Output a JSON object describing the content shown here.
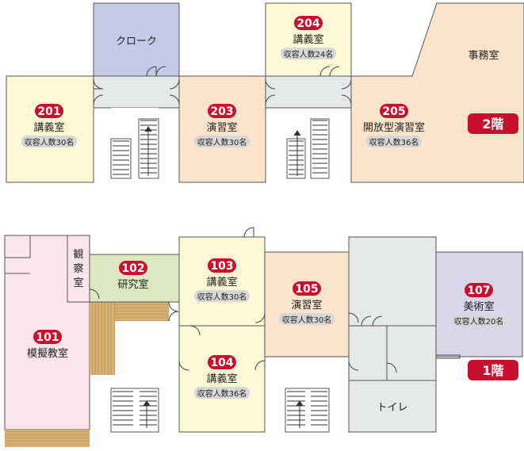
{
  "floor2": {
    "badge": "2階",
    "cloak": "クローク",
    "office": "事務室",
    "rooms": [
      {
        "num": "201",
        "name": "講義室",
        "capacity": "収容人数30名"
      },
      {
        "num": "203",
        "name": "演習室",
        "capacity": "収容人数30名"
      },
      {
        "num": "204",
        "name": "講義室",
        "capacity": "収容人数24名"
      },
      {
        "num": "205",
        "name": "開放型演習室",
        "capacity": "収容人数36名"
      }
    ]
  },
  "floor1": {
    "badge": "1階",
    "observation": "観察室",
    "toilet": "トイレ",
    "rooms": [
      {
        "num": "101",
        "name": "模擬教室"
      },
      {
        "num": "102",
        "name": "研究室"
      },
      {
        "num": "103",
        "name": "講義室",
        "capacity": "収容人数30名"
      },
      {
        "num": "104",
        "name": "講義室",
        "capacity": "収容人数36名"
      },
      {
        "num": "105",
        "name": "演習室",
        "capacity": "収容人数30名"
      },
      {
        "num": "107",
        "name": "美術室",
        "capacity": "収容人数20名"
      }
    ]
  },
  "colors": {
    "badge_red": "#c8102e",
    "lecture_yellow": "#fdf8d6",
    "seminar_peach": "#fbe3cc",
    "cloak_blue": "#c5cbe6",
    "corridor_gray": "#e7e8e8",
    "mock_pink": "#fce4ec",
    "research_green": "#dde8c2",
    "art_lavender": "#d9d6ec",
    "wood": "#d6b073"
  }
}
